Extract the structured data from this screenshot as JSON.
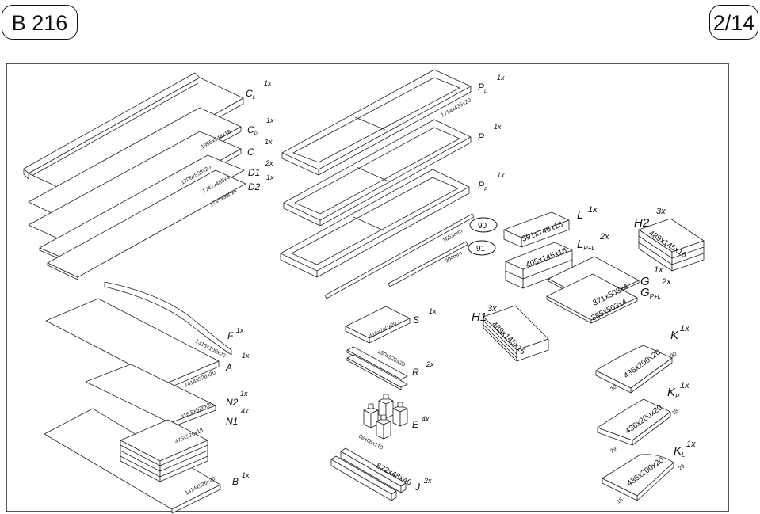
{
  "header": {
    "model": "B 216",
    "page": "2/14"
  },
  "parts": [
    {
      "id": "c1",
      "code": "C",
      "sub": "L",
      "qty": "1x",
      "dims": "1955x544x18"
    },
    {
      "id": "c2",
      "code": "C",
      "sub": "P",
      "qty": "1x",
      "dims": ""
    },
    {
      "id": "c3",
      "code": "C",
      "sub": "",
      "qty": "1x",
      "dims": "1706x538x20"
    },
    {
      "id": "d1",
      "code": "D1",
      "sub": "",
      "qty": "2x",
      "dims": "1747x485x4"
    },
    {
      "id": "d2",
      "code": "D2",
      "sub": "",
      "qty": "1x",
      "dims": "1747x500x4"
    },
    {
      "id": "f",
      "code": "F",
      "sub": "",
      "qty": "1x",
      "dims": "1316x100x20"
    },
    {
      "id": "a",
      "code": "A",
      "sub": "",
      "qty": "1x",
      "dims": "1414x526x20"
    },
    {
      "id": "n2",
      "code": "N2",
      "sub": "",
      "qty": "1x",
      "dims": "916,5x526x20"
    },
    {
      "id": "n1",
      "code": "N1",
      "sub": "",
      "qty": "4x",
      "dims": "475x526x18"
    },
    {
      "id": "b",
      "code": "B",
      "sub": "",
      "qty": "1x",
      "dims": "1414x526x20"
    },
    {
      "id": "pl",
      "code": "P",
      "sub": "L",
      "qty": "1x",
      "dims": "1714x435x20"
    },
    {
      "id": "p",
      "code": "P",
      "sub": "",
      "qty": "1x",
      "dims": ""
    },
    {
      "id": "pp",
      "code": "P",
      "sub": "P",
      "qty": "1x",
      "dims": ""
    },
    {
      "id": "r90",
      "code": "90",
      "sub": "",
      "qty": "",
      "dims": "1653mm"
    },
    {
      "id": "r91",
      "code": "91",
      "sub": "",
      "qty": "",
      "dims": "904mm"
    },
    {
      "id": "s",
      "code": "S",
      "sub": "",
      "qty": "1x",
      "dims": "416x240x20"
    },
    {
      "id": "r",
      "code": "R",
      "sub": "",
      "qty": "2x",
      "dims": "150x526x20"
    },
    {
      "id": "e",
      "code": "E",
      "sub": "",
      "qty": "4x",
      "dims": "66x66x110"
    },
    {
      "id": "j",
      "code": "J",
      "sub": "",
      "qty": "2x",
      "dims": "522x48x40"
    },
    {
      "id": "l",
      "code": "L",
      "sub": "",
      "qty": "1x",
      "dims": "391x145x16"
    },
    {
      "id": "lpl",
      "code": "L",
      "sub": "P+L",
      "qty": "2x",
      "dims": "405x145x16"
    },
    {
      "id": "h2",
      "code": "H2",
      "sub": "",
      "qty": "3x",
      "dims": "489x145x16"
    },
    {
      "id": "h1",
      "code": "H1",
      "sub": "",
      "qty": "3x",
      "dims": "489x145x16"
    },
    {
      "id": "g",
      "code": "G",
      "sub": "",
      "qty": "1x",
      "dims": "371x503x4"
    },
    {
      "id": "gpl",
      "code": "G",
      "sub": "P+L",
      "qty": "2x",
      "dims": "385x503x4"
    },
    {
      "id": "k",
      "code": "K",
      "sub": "",
      "qty": "1x",
      "dims": "436x200x20",
      "edges": [
        "30",
        "30"
      ]
    },
    {
      "id": "kp",
      "code": "K",
      "sub": "P",
      "qty": "1x",
      "dims": "436x200x20",
      "edges": [
        "18",
        "29"
      ]
    },
    {
      "id": "kl",
      "code": "K",
      "sub": "L",
      "qty": "1x",
      "dims": "436x200x20",
      "edges": [
        "29",
        "18"
      ]
    }
  ]
}
